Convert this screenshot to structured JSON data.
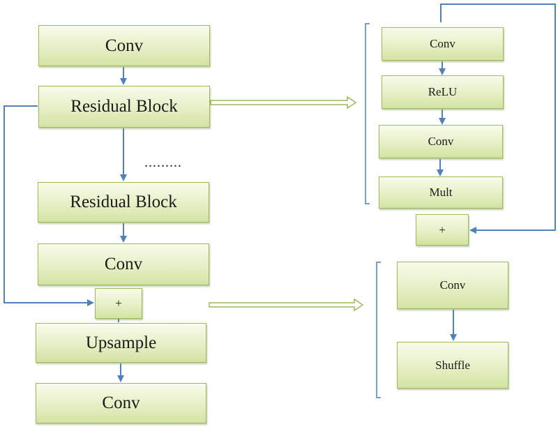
{
  "main_chain": {
    "conv_top": "Conv",
    "residual_block_1": "Residual Block",
    "ellipsis": ".........",
    "residual_block_2": "Residual Block",
    "conv_mid": "Conv",
    "add": "+",
    "upsample": "Upsample",
    "conv_bottom": "Conv"
  },
  "residual_block_detail": {
    "conv_1": "Conv",
    "relu": "ReLU",
    "conv_2": "Conv",
    "mult": "Mult",
    "add": "+"
  },
  "upsample_detail": {
    "conv": "Conv",
    "shuffle": "Shuffle"
  },
  "colors": {
    "arrow": "#4f81bd",
    "box_border": "#9bbb59",
    "box_fill_top": "#f8fbea",
    "box_fill_bottom": "#d3e3a3",
    "bracket": "#4f81bd"
  }
}
